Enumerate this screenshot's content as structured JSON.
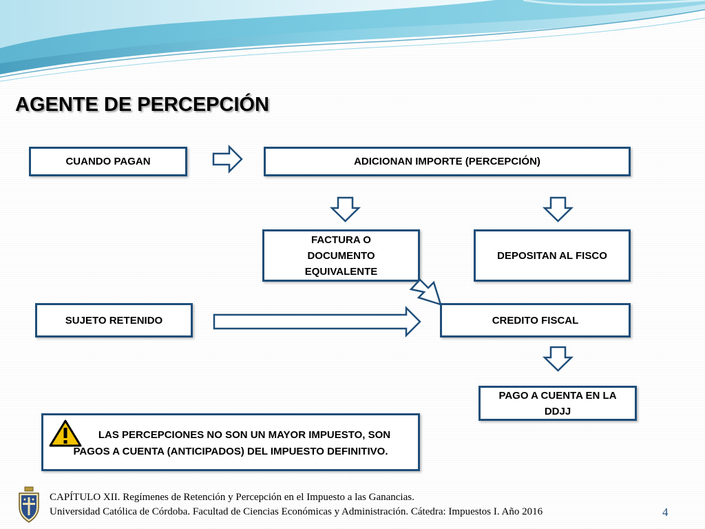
{
  "slide": {
    "title": "AGENTE DE PERCEPCIÓN"
  },
  "diagram": {
    "nodes": {
      "cuando_pagan": "CUANDO PAGAN",
      "adicionan_importe": "ADICIONAN IMPORTE (PERCEPCIÓN)",
      "factura_line1": "FACTURA O",
      "factura_line2": "DOCUMENTO",
      "factura_line3": "EQUIVALENTE",
      "depositan_fisco": "DEPOSITAN AL FISCO",
      "sujeto_retenido": "SUJETO RETENIDO",
      "credito_fiscal": "CREDITO FISCAL",
      "pago_line1": "PAGO A CUENTA EN LA",
      "pago_line2": "DDJJ"
    },
    "edges": [
      {
        "from": "cuando_pagan",
        "to": "adicionan_importe"
      },
      {
        "from": "adicionan_importe",
        "to": "factura"
      },
      {
        "from": "adicionan_importe",
        "to": "depositan_fisco"
      },
      {
        "from": "factura",
        "to": "credito_fiscal"
      },
      {
        "from": "sujeto_retenido",
        "to": "credito_fiscal"
      },
      {
        "from": "credito_fiscal",
        "to": "pago_a_cuenta"
      }
    ],
    "note_line1": "LAS PERCEPCIONES NO SON UN MAYOR IMPUESTO, SON",
    "note_line2": "PAGOS A CUENTA (ANTICIPADOS) DEL IMPUESTO DEFINITIVO.",
    "warning_icon": "warning-triangle-icon"
  },
  "footer": {
    "line1": "CAPÍTULO XII.  Regímenes de Retención y Percepción en el Impuesto a las Ganancias.",
    "line2": "Universidad Católica de Córdoba. Facultad de Ciencias Económicas y Administración. Cátedra: Impuestos I. Año 2016",
    "page_number": "4",
    "logo_icon": "university-crest-icon"
  },
  "colors": {
    "box_border": "#1f4e79",
    "arrow_fill": "#ffffff",
    "arrow_stroke": "#1f4e79",
    "wave_light": "#bfe6f2",
    "wave_mid": "#6fc6df",
    "wave_dark": "#2a8fb5"
  }
}
